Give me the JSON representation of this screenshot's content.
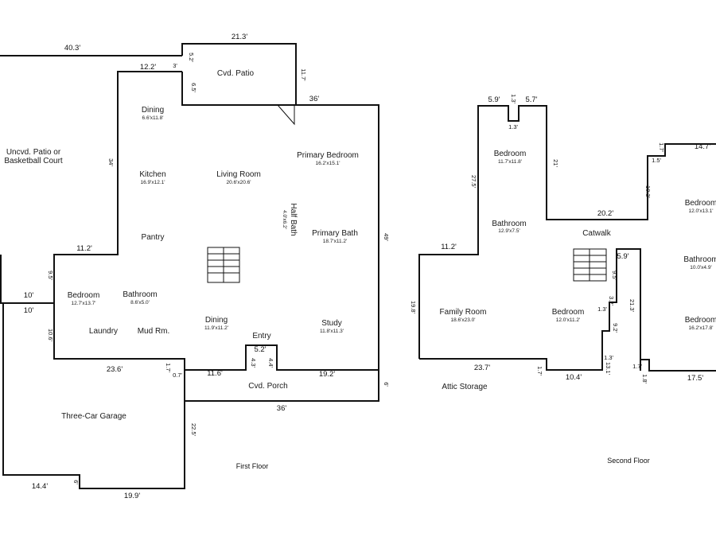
{
  "floor_labels": {
    "first": "First Floor",
    "second": "Second Floor"
  },
  "rooms": {
    "uncvd_patio_1": "Uncvd. Patio or",
    "uncvd_patio_2": "Basketball Court",
    "cvd_patio": "Cvd. Patio",
    "dining_top": {
      "name": "Dining",
      "size": "6.6'x11.8'"
    },
    "kitchen": {
      "name": "Kitchen",
      "size": "16.9'x12.1'"
    },
    "living_room": {
      "name": "Living Room",
      "size": "20.6'x20.6'"
    },
    "primary_bedroom": {
      "name": "Primary Bedroom",
      "size": "16.2'x15.1'"
    },
    "half_bath": {
      "name": "Half Bath",
      "size": "4.0'x6.2'"
    },
    "primary_bath": {
      "name": "Primary Bath",
      "size": "18.7'x11.2'"
    },
    "pantry": "Pantry",
    "bedroom_first": {
      "name": "Bedroom",
      "size": "12.7'x13.7'"
    },
    "bathroom_first": {
      "name": "Bathroom",
      "size": "8.6'x5.0'"
    },
    "laundry": "Laundry",
    "mud_rm": "Mud Rm.",
    "dining_bottom": {
      "name": "Dining",
      "size": "11.9'x11.2'"
    },
    "entry": "Entry",
    "study": {
      "name": "Study",
      "size": "11.8'x11.3'"
    },
    "cvd_porch": "Cvd. Porch",
    "garage": "Three-Car Garage",
    "bedroom_2a": {
      "name": "Bedroom",
      "size": "11.7'x11.8'"
    },
    "bathroom_2a": {
      "name": "Bathroom",
      "size": "12.9'x7.5'"
    },
    "catwalk": "Catwalk",
    "family_room": {
      "name": "Family Room",
      "size": "18.6'x23.0'"
    },
    "bedroom_2b": {
      "name": "Bedroom",
      "size": "12.0'x11.2'"
    },
    "attic_storage": "Attic Storage",
    "bedroom_2c": {
      "name": "Bedroom",
      "size": "12.0'x13.1'"
    },
    "bathroom_2c": {
      "name": "Bathroom",
      "size": "10.0'x4.9'"
    },
    "bedroom_2d": {
      "name": "Bedroom",
      "size": "16.2'x17.8'"
    }
  },
  "dimensions": {
    "d_40_3": "40.3'",
    "d_21_3": "21.3'",
    "d_5_2_top": "5.2'",
    "d_3": "3'",
    "d_12_2": "12.2'",
    "d_6_5": "6.5'",
    "d_11_7": "11.7'",
    "d_36_top": "36'",
    "d_34": "34'",
    "d_49": "49'",
    "d_11_2_first": "11.2'",
    "d_9_5_first": "9.5'",
    "d_10_a": "10'",
    "d_10_b": "10'",
    "d_10_6": "10.6'",
    "d_23_6": "23.6'",
    "d_1_7_first": "1.7'",
    "d_0_7": "0.7'",
    "d_11_6": "11.6'",
    "d_4_3": "4.3'",
    "d_5_2_entry": "5.2'",
    "d_4_4": "4.4'",
    "d_19_2": "19.2'",
    "d_6": "6'",
    "d_36_bottom": "36'",
    "d_22_5": "22.5'",
    "d_14_4": "14.4'",
    "d_6_garage": "6'",
    "d_19_9": "19.9'",
    "d_5_9_a": "5.9'",
    "d_1_3_a": "1.3'",
    "d_5_7": "5.7'",
    "d_1_3_b": "1.3'",
    "d_27_5": "27.5'",
    "d_21": "21'",
    "d_20_2": "20.2'",
    "d_1_7_c": "1.7'",
    "d_14_7": "14.7'",
    "d_1_5": "1.5'",
    "d_10_3": "10.3'",
    "d_11_2_second": "11.2'",
    "d_19_8": "19.8'",
    "d_5_9_b": "5.9'",
    "d_9_5_second": "9.5'",
    "d_1_3_c": "1.3'",
    "d_3_2": "3.2'",
    "d_21_3_second": "21.3'",
    "d_9_2": "9.2'",
    "d_1_3_d": "1.3'",
    "d_13_1": "13.1'",
    "d_23_7": "23.7'",
    "d_1_7_d": "1.7'",
    "d_10_4": "10.4'",
    "d_1_7_e": "1.7'",
    "d_1_8": "1.8'",
    "d_17_5": "17.5'"
  }
}
